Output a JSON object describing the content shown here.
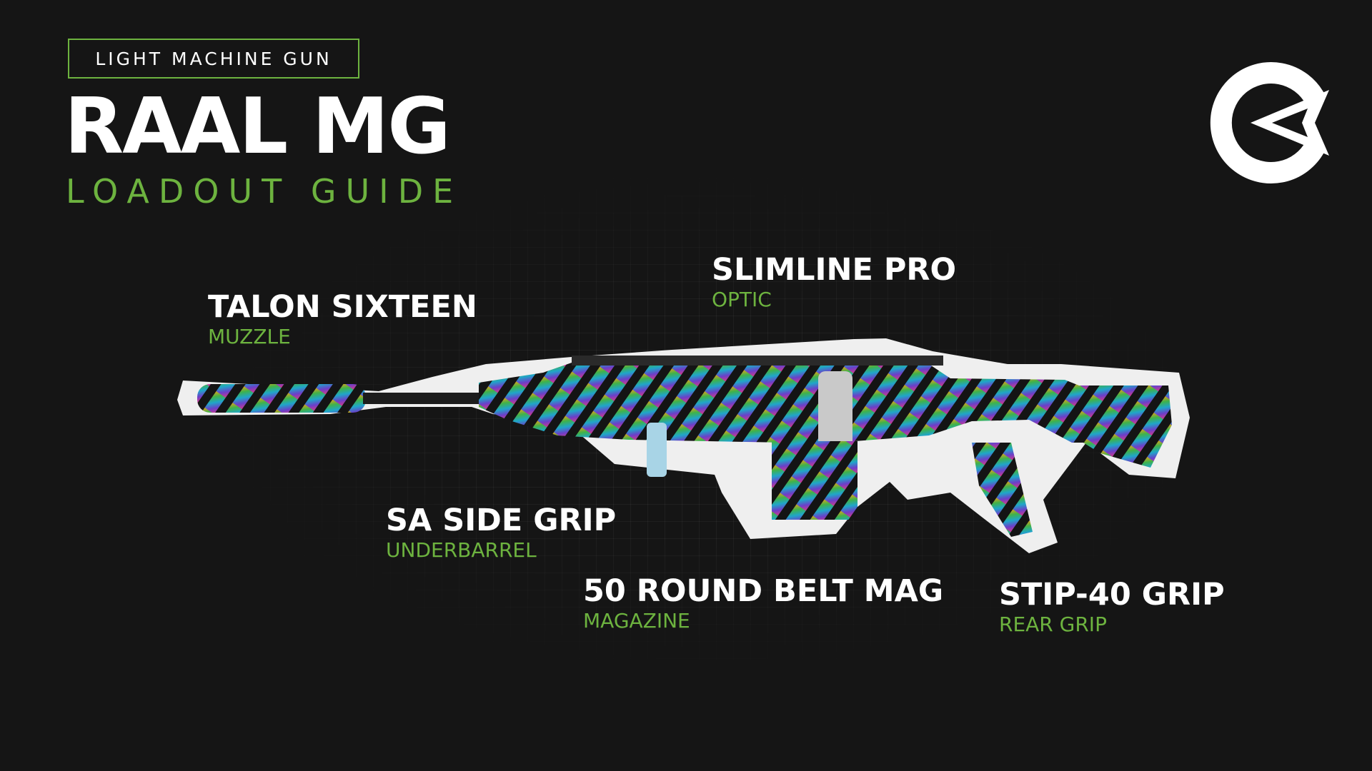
{
  "header": {
    "category": "LIGHT MACHINE GUN",
    "title": "RAAL MG",
    "subtitle": "LOADOUT GUIDE"
  },
  "colors": {
    "accent_green": "#6db33f",
    "background": "#151515",
    "text": "#ffffff"
  },
  "logo": {
    "icon": "esports-logo-icon"
  },
  "weapon": {
    "icon": "raal-mg-camo-weapon-icon"
  },
  "attachments": [
    {
      "name": "TALON SIXTEEN",
      "slot": "MUZZLE"
    },
    {
      "name": "SLIMLINE PRO",
      "slot": "OPTIC"
    },
    {
      "name": "SA SIDE GRIP",
      "slot": "UNDERBARREL"
    },
    {
      "name": "50 ROUND BELT MAG",
      "slot": "MAGAZINE"
    },
    {
      "name": "STIP-40 GRIP",
      "slot": "REAR GRIP"
    }
  ]
}
